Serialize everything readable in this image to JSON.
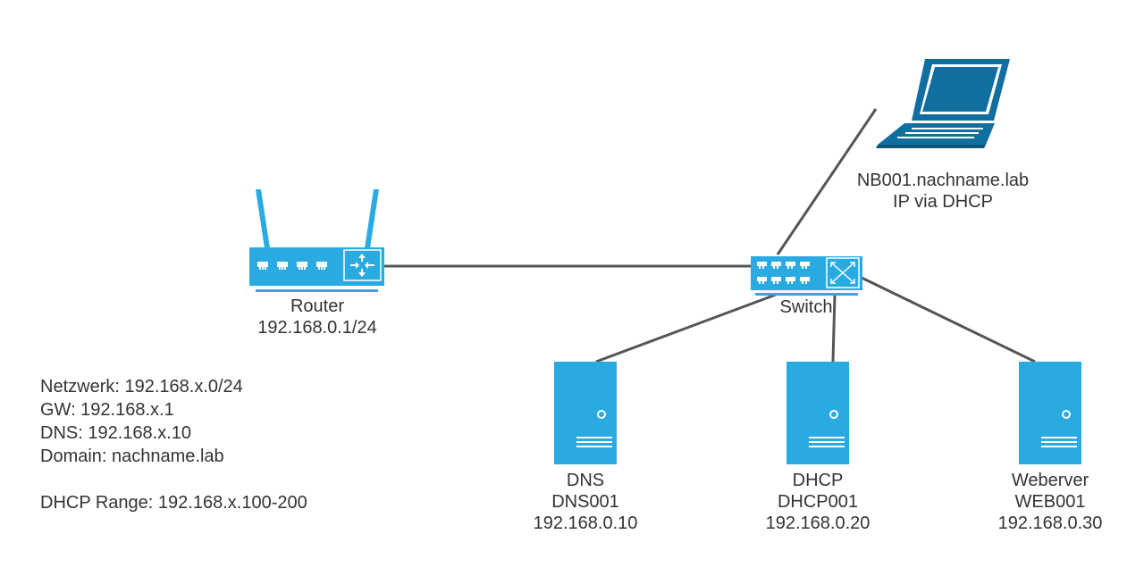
{
  "colors": {
    "device_blue": "#29abe2",
    "device_dark": "#1b7fb3",
    "laptop_blue": "#106ea0",
    "wire": "#555555",
    "text": "#333333"
  },
  "router": {
    "name": "Router",
    "ip": "192.168.0.1/24"
  },
  "switch": {
    "name": "Switch"
  },
  "laptop": {
    "hostname": "NB001.nachname.lab",
    "ip": "IP via DHCP"
  },
  "servers": {
    "dns": {
      "role": "DNS",
      "hostname": "DNS001",
      "ip": "192.168.0.10"
    },
    "dhcp": {
      "role": "DHCP",
      "hostname": "DHCP001",
      "ip": "192.168.0.20"
    },
    "web": {
      "role": "Weberver",
      "hostname": "WEB001",
      "ip": "192.168.0.30"
    }
  },
  "network_info": {
    "network": "Netzwerk: 192.168.x.0/24",
    "gateway": "GW: 192.168.x.1",
    "dns": "DNS: 192.168.x.10",
    "domain": "Domain: nachname.lab",
    "dhcp_range": "DHCP Range: 192.168.x.100-200"
  }
}
